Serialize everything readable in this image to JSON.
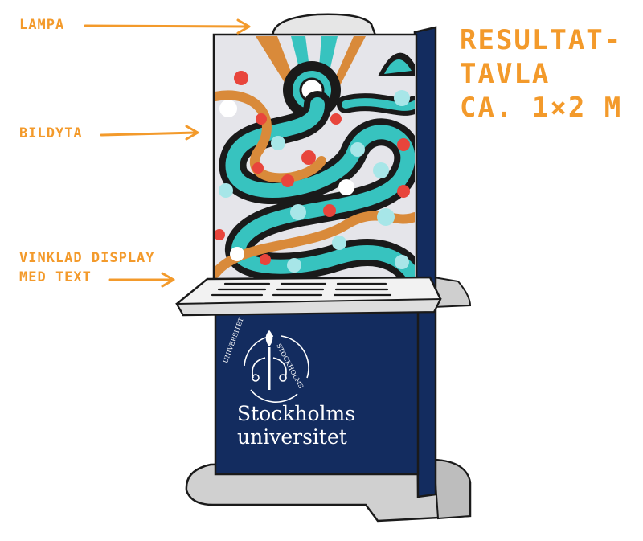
{
  "labels": {
    "lampa": "LAMPA",
    "bildyta": "BILDYTA",
    "vinklad_line1": "VINKLAD DISPLAY",
    "vinklad_line2": "MED TEXT",
    "resultat_line1": "RESULTAT-",
    "resultat_line2": "TAVLA",
    "resultat_line3": "CA. 1×2 M"
  },
  "brand": {
    "line1": "Stockholms",
    "line2": "universitet",
    "seal_left": "UNIVERSITET",
    "seal_right": "STOCKHOLMS"
  },
  "colors": {
    "accent": "#f39a2b",
    "navy": "#132c5f",
    "teal": "#37c3bf",
    "orange_stripe": "#d98a3a",
    "base_gray": "#d0d0d0"
  }
}
